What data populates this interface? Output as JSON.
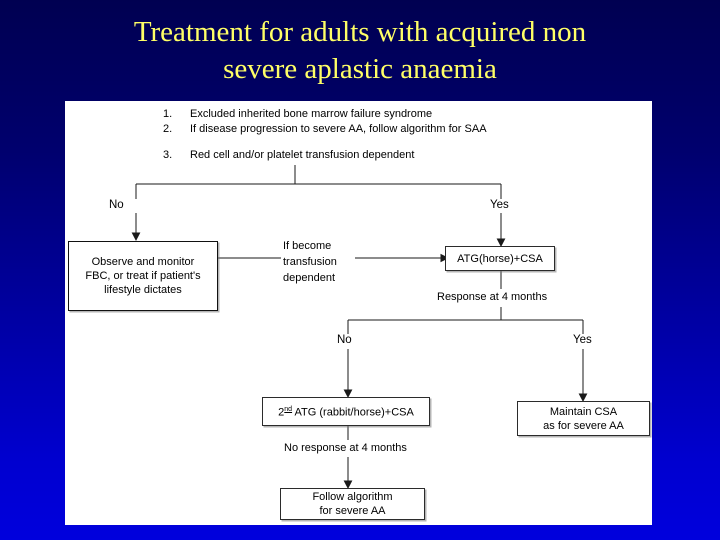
{
  "slide": {
    "title": "Treatment for adults with acquired non\nsevere aplastic anaemia",
    "title_color": "#ffff66",
    "background_top_color": "#000051",
    "background_bottom_color": "#0000dd",
    "panel_background": "#ffffff"
  },
  "criteria": {
    "items": [
      {
        "number": "1.",
        "text": "Excluded inherited bone marrow failure syndrome"
      },
      {
        "number": "2.",
        "text": "If disease progression to severe AA, follow algorithm for SAA"
      },
      {
        "number": "3.",
        "text": "Red cell and/or platelet transfusion dependent"
      }
    ]
  },
  "flowchart": {
    "branch_labels": {
      "top_no": "No",
      "top_yes": "Yes",
      "lower_no": "No",
      "lower_yes": "Yes"
    },
    "connector_labels": {
      "if_become_transfusion_dependent": "If become\ntransfusion\ndependent",
      "response_at_4_months": "Response at 4 months",
      "no_response_at_4_months": "No response at 4 months"
    },
    "nodes": {
      "observe_monitor": "Observe and monitor\nFBC, or treat if patient's\nlifestyle dictates",
      "atg_horse_csa": "ATG(horse)+CSA",
      "second_atg_prefix": "2",
      "second_atg_ordinal": "nd",
      "second_atg_rest": " ATG (rabbit/horse)+CSA",
      "maintain_csa": "Maintain CSA\nas for severe AA",
      "follow_algorithm": "Follow algorithm\nfor severe AA"
    }
  }
}
